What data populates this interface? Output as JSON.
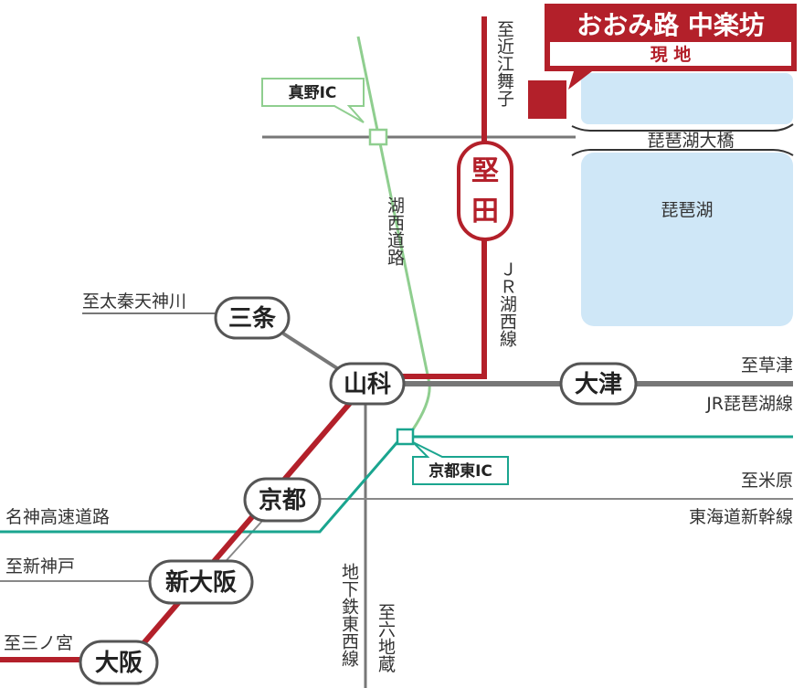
{
  "title": {
    "name": "おおみ路 中楽坊",
    "current_location": "現 地"
  },
  "lake": {
    "name": "琵琶湖",
    "bridge": "琵琶湖大橋"
  },
  "stations": {
    "katata": "堅田",
    "yamashina": "山科",
    "sanjo": "三条",
    "otsu": "大津",
    "kyoto": "京都",
    "shin_osaka": "新大阪",
    "osaka": "大阪"
  },
  "interchanges": {
    "mano": "真野IC",
    "kyoto_higashi": "京都東IC"
  },
  "lines": {
    "jr_kosei": "ＪＲ湖西線",
    "kosei_road": "湖西道路",
    "jr_biwako": "JR琵琶湖線",
    "tokaido_shinkansen": "東海道新幹線",
    "meishin_expressway": "名神高速道路",
    "subway_tozai": "地下鉄東西線"
  },
  "directions": {
    "omimaiko": "至近江舞子",
    "uzumasa_tenjingawa": "至太秦天神川",
    "kusatsu": "至草津",
    "maibara": "至米原",
    "shinkobe": "至新神戸",
    "sannomiya": "至三ノ宮",
    "rokujizo": "至六地蔵"
  },
  "colors": {
    "jr_red": "#b3202a",
    "road_green": "#8fce8f",
    "expressway_teal": "#1aa58f",
    "rail_gray": "#777777",
    "lake_blue": "#cfe7f7"
  }
}
